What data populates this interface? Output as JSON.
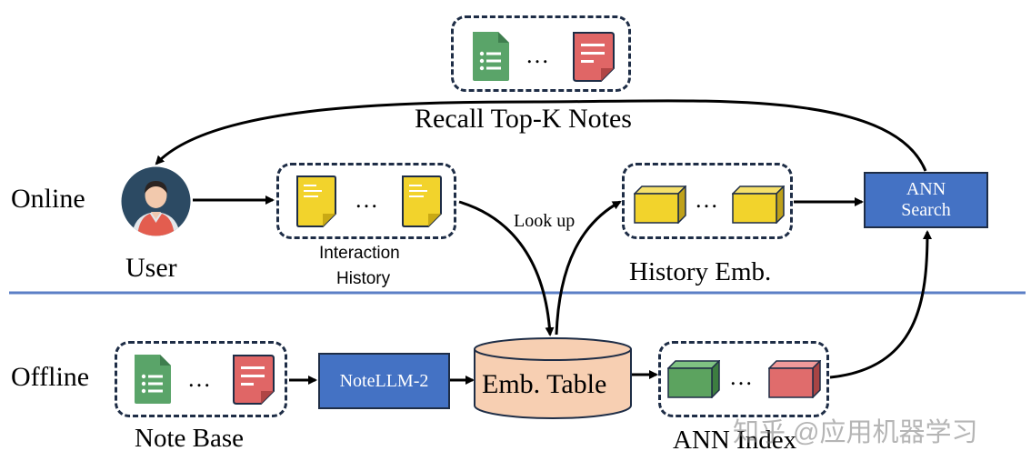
{
  "labels": {
    "online": "Online",
    "offline": "Offline",
    "user": "User",
    "interaction_history_line1": "Interaction",
    "interaction_history_line2": "History",
    "history_emb": "History Emb.",
    "look_up": "Look up",
    "recall": "Recall Top-K Notes",
    "ann_search_line1": "ANN",
    "ann_search_line2": "Search",
    "note_base": "Note Base",
    "notellm": "NoteLLM-2",
    "emb_table": "Emb. Table",
    "ann_index": "ANN Index",
    "ellipsis": "…",
    "watermark": "知乎 @应用机器学习"
  },
  "colors": {
    "divider": "#5b7fc6",
    "blue_box": "#4472c4",
    "green_doc": "#5aa469",
    "red_doc": "#e06666",
    "yellow": "#f2d32c",
    "cube_green": "#5ca35f",
    "cube_red": "#e06c6c",
    "db_fill": "#f7cfb2",
    "user_bg": "#2c4a63"
  },
  "icons": [
    "green-doc-icon",
    "red-doc-icon",
    "yellow-note-icon",
    "yellow-cube-icon",
    "green-cube-icon",
    "red-cube-icon",
    "user-avatar-icon",
    "database-icon"
  ]
}
